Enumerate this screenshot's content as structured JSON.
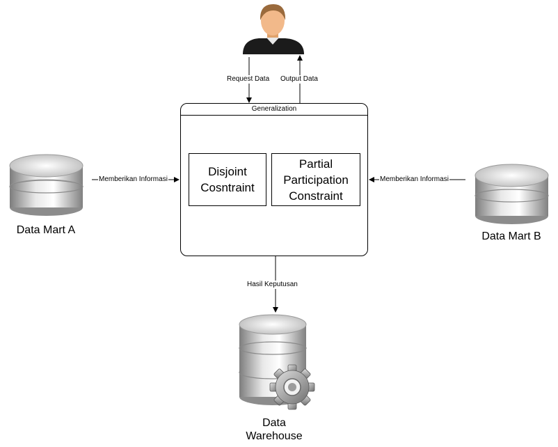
{
  "user": {
    "icon": "user-icon"
  },
  "arrows": {
    "request_data": "Request Data",
    "output_data": "Output Data",
    "left_input": "Memberikan Informasi",
    "right_input": "Memberikan Informasi",
    "result": "Hasil Keputusan"
  },
  "container": {
    "title": "Generalization",
    "constraints": [
      {
        "label": "Disjoint\nCosntraint"
      },
      {
        "label": "Partial\nParticipation\nConstraint"
      }
    ]
  },
  "data_marts": [
    {
      "name": "Data Mart A",
      "icon": "database-icon"
    },
    {
      "name": "Data Mart B",
      "icon": "database-icon"
    }
  ],
  "warehouse": {
    "name": "Data\nWarehouse",
    "icon": "database-gear-icon"
  },
  "colors": {
    "line": "#000000",
    "database_light": "#f2f2f2",
    "database_dark": "#8c8c8c",
    "skin": "#f0b27a",
    "shirt": "#1a1a1a"
  }
}
